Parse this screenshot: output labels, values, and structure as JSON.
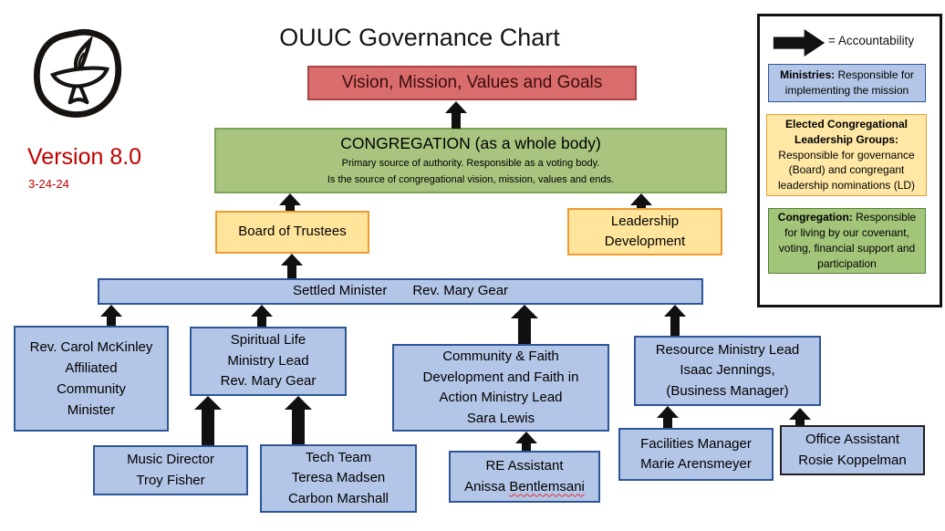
{
  "header": {
    "title": "OUUC Governance Chart",
    "version": "Version 8.0",
    "date": "3-24-24"
  },
  "colors": {
    "ministry_blue_fill": "#b4c6e7",
    "ministry_blue_border": "#2e5597",
    "elected_yellow_fill": "#ffe49b",
    "elected_yellow_border": "#ed9b33",
    "congregation_green_fill": "#a9c47f",
    "congregation_green_border": "#7aa65a",
    "vision_red_fill": "#d96c6c",
    "vision_red_border": "#a94442",
    "version_red_text": "#c00000",
    "arrow_black": "#101010"
  },
  "icons": {
    "chalice_logo": "uu-flaming-chalice",
    "accountability_arrow": "right-block-arrow"
  },
  "nodes": {
    "vision": {
      "label": "Vision, Mission, Values and Goals"
    },
    "congregation": {
      "title": "CONGREGATION (as a whole body)",
      "sub1": "Primary source of authority. Responsible as a voting body.",
      "sub2": "Is the source of congregational vision, mission, values and ends."
    },
    "board_of_trustees": {
      "label": "Board of Trustees"
    },
    "leadership_development": {
      "lines": [
        "Leadership",
        "Development"
      ]
    },
    "settled_minister": {
      "role": "Settled Minister",
      "name": "Rev. Mary Gear"
    },
    "affiliated_minister": {
      "lines": [
        "Rev. Carol McKinley",
        "Affiliated",
        "Community",
        "Minister"
      ]
    },
    "spiritual_life": {
      "lines": [
        "Spiritual Life",
        "Ministry Lead",
        "Rev. Mary Gear"
      ]
    },
    "community_faith": {
      "lines": [
        "Community & Faith",
        "Development  and Faith in",
        "Action Ministry Lead",
        "Sara Lewis"
      ]
    },
    "resource_ministry": {
      "lines": [
        "Resource Ministry Lead",
        "Isaac Jennings,",
        "(Business Manager)"
      ]
    },
    "music_director": {
      "lines": [
        "Music Director",
        "Troy Fisher"
      ]
    },
    "tech_team": {
      "lines": [
        "Tech Team",
        "Teresa Madsen",
        "Carbon Marshall"
      ]
    },
    "re_assistant": {
      "line1": "RE Assistant",
      "name_prefix": "Anissa",
      "name_flagged": "Bentlemsani"
    },
    "facilities_manager": {
      "lines": [
        "Facilities Manager",
        "Marie Arensmeyer"
      ]
    },
    "office_assistant": {
      "lines": [
        "Office Assistant",
        "Rosie Koppelman"
      ]
    }
  },
  "legend": {
    "accountability": "= Accountability",
    "ministries": {
      "bold": "Ministries:",
      "text": "Responsible for implementing the mission"
    },
    "elected": {
      "bold": "Elected Congregational Leadership Groups:",
      "text": "Responsible for governance (Board) and congregant leadership nominations (LD)"
    },
    "congregation": {
      "bold": "Congregation:",
      "text": "Responsible for living by our covenant, voting, financial support and participation"
    }
  }
}
